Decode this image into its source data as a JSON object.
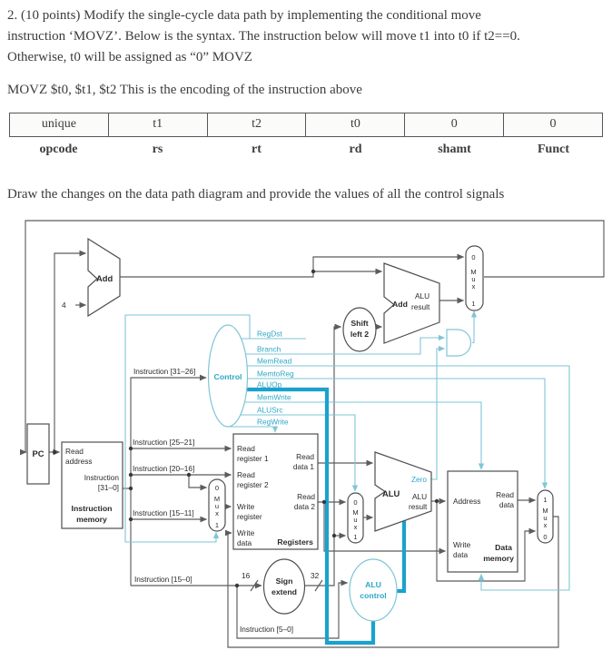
{
  "colors": {
    "wire": "#5b5c5e",
    "control_signal": "#7fc5d6",
    "control_text": "#2ea7c7",
    "highlight_bold": "#1ba1cd"
  },
  "question": {
    "para1_line1": "2. (10 points) Modify the single-cycle data path by implementing the conditional move",
    "para1_line2": "instruction ‘MOVZ’. Below is the syntax. The instruction below will move t1 into t0 if t2==0.",
    "para1_line3": "Otherwise, t0 will be assigned as “0” MOVZ",
    "para2": "MOVZ $t0, $t1, $t2 This is the encoding of the instruction above",
    "para3": "Draw the changes on the data path diagram and provide the values of all the control signals"
  },
  "encoding_table": {
    "values": [
      "unique",
      "t1",
      "t2",
      "t0",
      "0",
      "0"
    ],
    "fields": [
      "opcode",
      "rs",
      "rt",
      "rd",
      "shamt",
      "Funct"
    ]
  },
  "datapath": {
    "pc": "PC",
    "adder1": "Add",
    "four": "4",
    "adder2_name": "Add",
    "adder2_out1": "ALU",
    "adder2_out2": "result",
    "shift_l1": "Shift",
    "shift_l2": "left 2",
    "control": "Control",
    "signals": [
      "RegDst",
      "Branch",
      "MemRead",
      "MemtoReg",
      "ALUOp",
      "MemWrite",
      "ALUSrc",
      "RegWrite"
    ],
    "mux": {
      "m": "M",
      "u": "u",
      "x": "x",
      "zero": "0",
      "one": "1"
    },
    "imem": {
      "port1": "Read",
      "port2": "address",
      "out1": "Instruction",
      "out2": "[31–0]",
      "name1": "Instruction",
      "name2": "memory"
    },
    "ifields": {
      "hi": "Instruction [31–26]",
      "f1": "Instruction [25–21]",
      "f2": "Instruction [20–16]",
      "f3": "Instruction [15–11]",
      "f4": "Instruction [15–0]",
      "f5": "Instruction [5–0]"
    },
    "regs": {
      "rr1a": "Read",
      "rr1b": "register 1",
      "rr2a": "Read",
      "rr2b": "register 2",
      "wra": "Write",
      "wrb": "register",
      "wda": "Write",
      "wdb": "data",
      "rd1a": "Read",
      "rd1b": "data 1",
      "rd2a": "Read",
      "rd2b": "data 2",
      "name": "Registers"
    },
    "signext": {
      "l1": "Sign",
      "l2": "extend",
      "in_width": "16",
      "out_width": "32"
    },
    "alu": {
      "name": "ALU",
      "zero": "Zero",
      "out1": "ALU",
      "out2": "result"
    },
    "alucontrol": {
      "l1": "ALU",
      "l2": "control"
    },
    "dmem": {
      "addr": "Address",
      "rd1": "Read",
      "rd2": "data",
      "wd1": "Write",
      "wd2": "data",
      "name1": "Data",
      "name2": "memory"
    }
  }
}
